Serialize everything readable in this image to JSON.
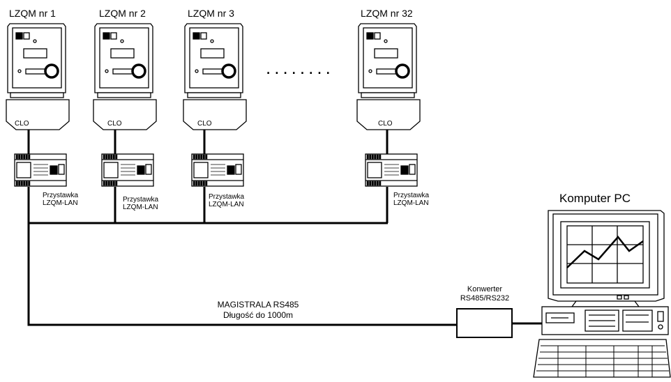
{
  "meters": [
    {
      "title": "LZQM nr 1",
      "base_label": "CLO",
      "adapter_line1": "Przystawka",
      "adapter_line2": "LZQM-LAN"
    },
    {
      "title": "LZQM nr 2",
      "base_label": "CLO",
      "adapter_line1": "Przystawka",
      "adapter_line2": "LZQM-LAN"
    },
    {
      "title": "LZQM nr 3",
      "base_label": "CLO",
      "adapter_line1": "Przystawka",
      "adapter_line2": "LZQM-LAN"
    },
    {
      "title": "LZQM nr 32",
      "base_label": "CLO",
      "adapter_line1": "Przystawka",
      "adapter_line2": "LZQM-LAN"
    }
  ],
  "ellipsis": "........",
  "bus": {
    "line1": "MAGISTRALA RS485",
    "line2": "Długość do 1000m"
  },
  "converter": {
    "line1": "Konwerter",
    "line2": "RS485/RS232"
  },
  "computer": {
    "label": "Komputer PC"
  }
}
